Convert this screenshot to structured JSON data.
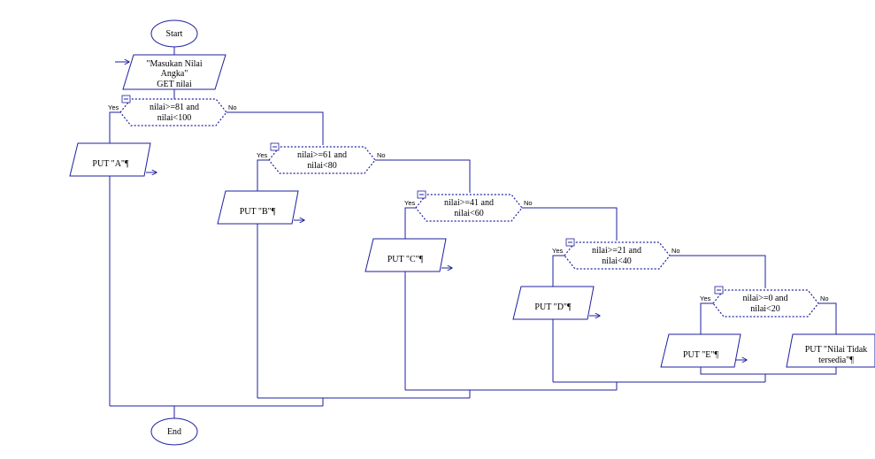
{
  "flowchart": {
    "start": "Start",
    "end": "End",
    "input": {
      "line1": "\"Masukan Nilai",
      "line2": "Angka\"",
      "line3": "GET nilai"
    },
    "branch_yes": "Yes",
    "branch_no": "No",
    "decisions": [
      {
        "line1": "nilai>=81 and",
        "line2": "nilai<100"
      },
      {
        "line1": "nilai>=61 and",
        "line2": "nilai<80"
      },
      {
        "line1": "nilai>=41 and",
        "line2": "nilai<60"
      },
      {
        "line1": "nilai>=21 and",
        "line2": "nilai<40"
      },
      {
        "line1": "nilai>=0 and",
        "line2": "nilai<20"
      }
    ],
    "outputs": [
      {
        "line1": "PUT \"A\"¶"
      },
      {
        "line1": "PUT \"B\"¶"
      },
      {
        "line1": "PUT \"C\"¶"
      },
      {
        "line1": "PUT \"D\"¶"
      },
      {
        "line1": "PUT \"E\"¶"
      },
      {
        "line1": "PUT \"Nilai Tidak",
        "line2": "tersedia\"¶"
      }
    ],
    "colors": {
      "stroke": "#1f1fa0",
      "fill": "#ffffff",
      "text": "#000000"
    }
  }
}
